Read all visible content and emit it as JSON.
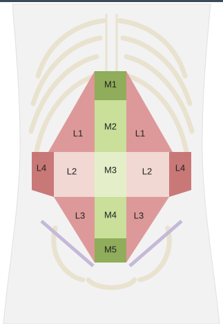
{
  "diagram": {
    "colors": {
      "lateral_zone": "#d98a8a",
      "lateral_center_zone": "#f0d6d0",
      "lateral_flank_zone": "#c46a6a",
      "midline_zone": "#c9df9a",
      "midline_end_zone": "#8fad5a",
      "anatomy_lines": "#e6e0cc",
      "torso_fill": "#efefef"
    },
    "labels": {
      "m1": "M1",
      "m2": "M2",
      "m3": "M3",
      "m4": "M4",
      "m5": "M5",
      "l1_left": "L1",
      "l1_right": "L1",
      "l2_left": "L2",
      "l2_right": "L2",
      "l3_left": "L3",
      "l3_right": "L3",
      "l4_left": "L4",
      "l4_right": "L4"
    }
  }
}
